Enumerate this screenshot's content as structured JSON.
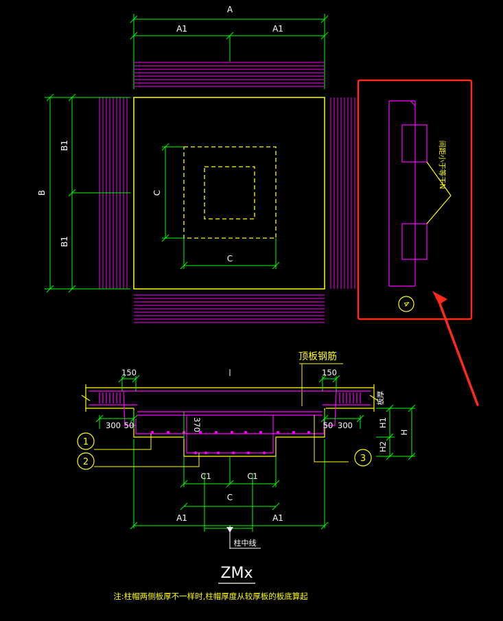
{
  "colors": {
    "background": "#000000",
    "dimension": "#00ff00",
    "rebar": "#ff00ff",
    "outline": "#ffff00",
    "text": "#ffffff",
    "annotation": "#ffff00",
    "highlight": "#ff2a1a"
  },
  "plan": {
    "dim_top_total": "A",
    "dim_top_half_left": "A1",
    "dim_top_half_right": "A1",
    "dim_left_total": "B",
    "dim_left_half_top": "B1",
    "dim_left_half_bottom": "B1",
    "dim_inner_vertical": "C",
    "dim_inner_horizontal": "C"
  },
  "detail": {
    "label_vertical": "间距小于等于N",
    "mark_number": "4"
  },
  "section": {
    "label_top_rebar": "顶板钢筋",
    "dim_left_150": "150",
    "dim_right_150": "150",
    "dim_left_300": "300",
    "dim_left_50": "50",
    "dim_right_50": "50",
    "dim_right_300": "300",
    "dim_370": "370",
    "label_slab_thickness": "板厚",
    "dim_H1": "H1",
    "dim_H2": "H2",
    "dim_H": "H",
    "mark_1": "1",
    "mark_2": "2",
    "mark_3": "3",
    "dim_C1_left": "C1",
    "dim_C1_right": "C1",
    "dim_C": "C",
    "dim_A1_left": "A1",
    "dim_A1_right": "A1",
    "label_column_center": "柱中线"
  },
  "title": "ZMx",
  "note": "注:柱帽两侧板厚不一样时,柱帽厚度从较厚板的板底算起"
}
